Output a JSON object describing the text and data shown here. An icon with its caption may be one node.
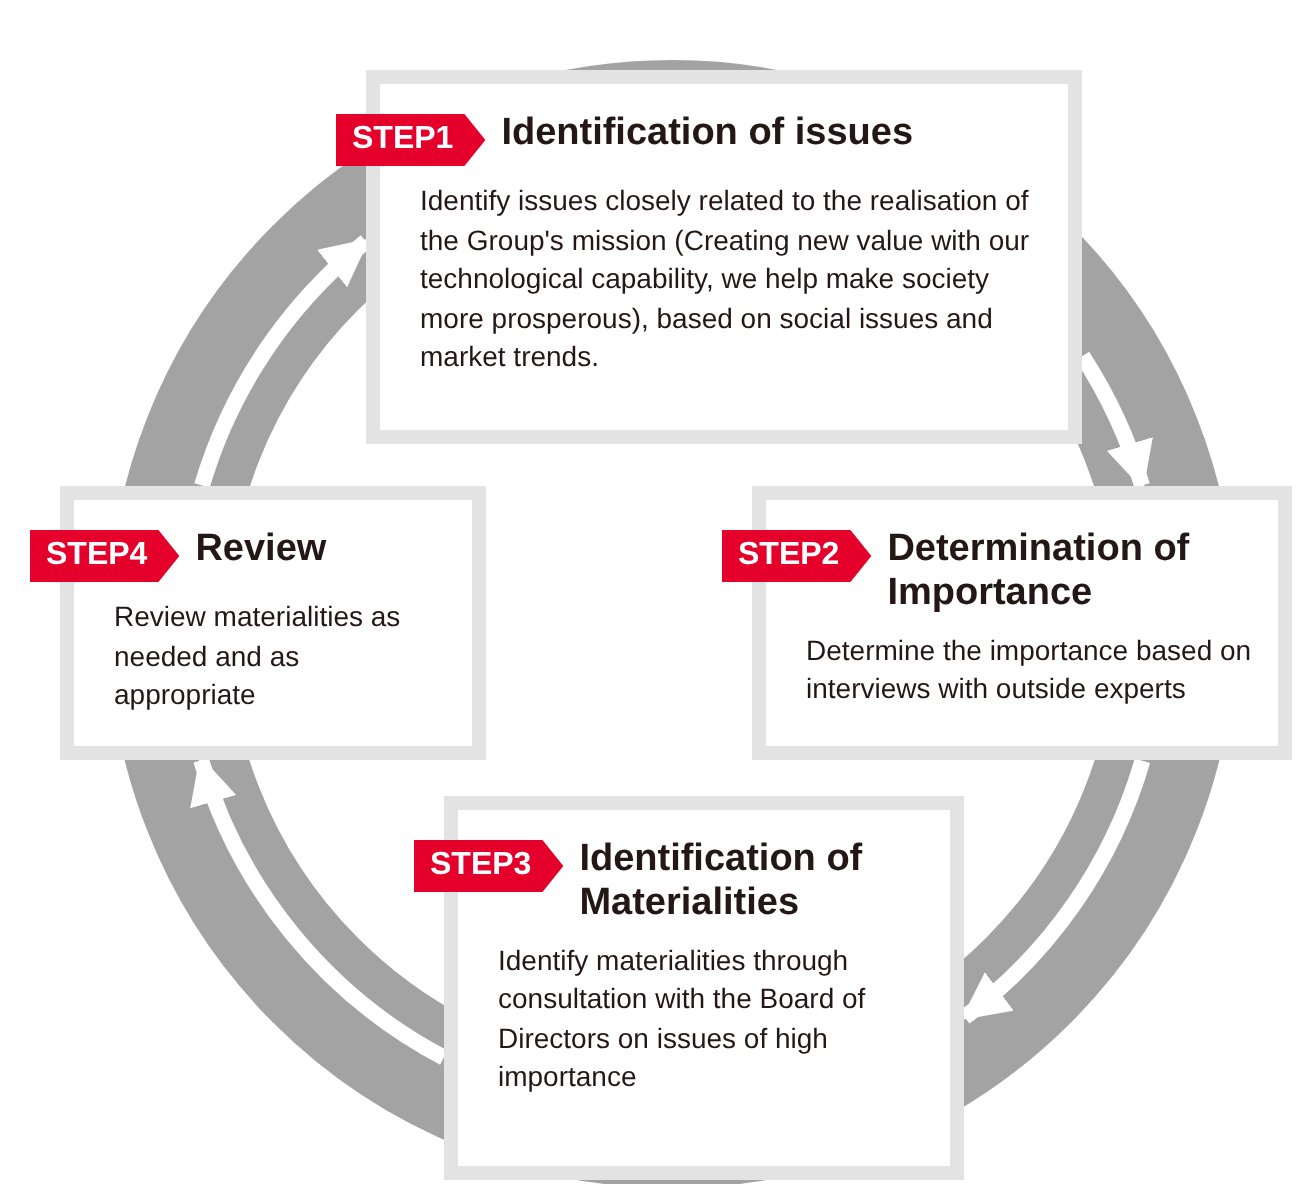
{
  "diagram": {
    "nodes": [
      {
        "text": [
          "STEP1",
          "Identification of issues",
          "Identify issues closely related to the realisation of the Group's mission (Creating new value with our technological capability, we help make society more prosperous), based on social issues and market trends."
        ]
      },
      {
        "text": [
          "STEP2",
          "Determination of Importance",
          "Determine the importance based on interviews with outside experts"
        ]
      },
      {
        "text": [
          "STEP3",
          "Identification of Materialities",
          "Identify materialities through consultation with the Board of Directors on issues of high importance"
        ]
      },
      {
        "text": [
          "STEP4",
          "Review",
          "Review materialities as needed and as appropriate"
        ]
      }
    ],
    "edges": [
      {
        "from": 0,
        "to": 1,
        "arrow": "to"
      },
      {
        "from": 1,
        "to": 2,
        "arrow": "to"
      },
      {
        "from": 2,
        "to": 3,
        "arrow": "to"
      },
      {
        "from": 3,
        "to": 0,
        "arrow": "to"
      }
    ]
  }
}
